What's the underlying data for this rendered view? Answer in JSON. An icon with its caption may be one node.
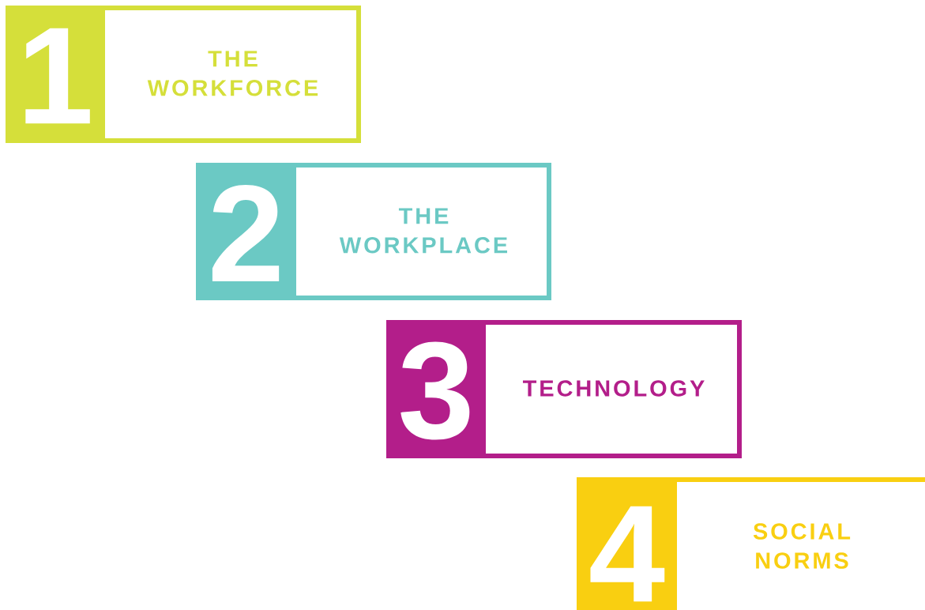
{
  "diagram": {
    "nodes": [
      {
        "text": [
          "1",
          "THE WORKFORCE"
        ]
      },
      {
        "text": [
          "2",
          "THE WORKPLACE"
        ]
      },
      {
        "text": [
          "3",
          "TECHNOLOGY"
        ]
      },
      {
        "text": [
          "4",
          "SOCIAL NORMS"
        ]
      }
    ]
  }
}
